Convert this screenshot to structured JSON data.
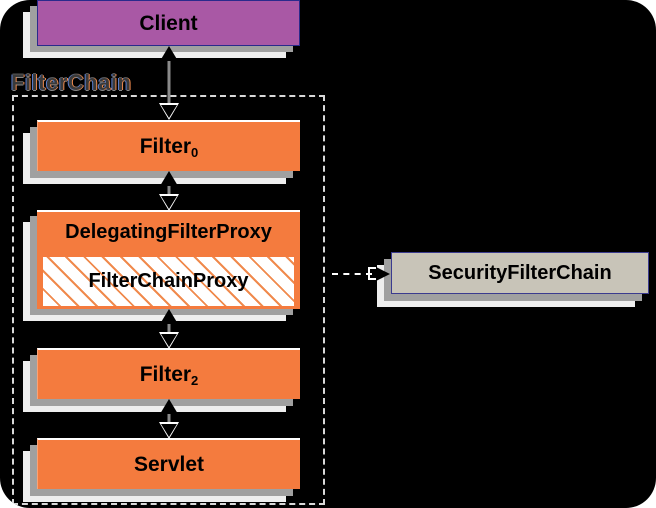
{
  "diagram": {
    "title": "FilterChain",
    "background_color": "#000000",
    "nodes": {
      "client": {
        "label": "Client",
        "fill": "#a958a5",
        "border": "#2a2a8c"
      },
      "filter0": {
        "label": "Filter",
        "subscript": "0",
        "fill": "#f47b3e"
      },
      "delegating_filter_proxy": {
        "label": "DelegatingFilterProxy",
        "fill": "#f47b3e"
      },
      "filter_chain_proxy": {
        "label": "FilterChainProxy",
        "fill": "#ffffff",
        "hatch_color": "#f08a4d"
      },
      "filter2": {
        "label": "Filter",
        "subscript": "2",
        "fill": "#f47b3e"
      },
      "servlet": {
        "label": "Servlet",
        "fill": "#f47b3e"
      },
      "security_filter_chain": {
        "label": "SecurityFilterChain",
        "fill": "#c8c4b8",
        "border": "#3b3b8f"
      }
    },
    "container": {
      "label": "FilterChain",
      "border_style": "dashed",
      "border_color": "#d9d9d9"
    },
    "connectors": [
      {
        "name": "client-to-filter0",
        "from": "client",
        "to": "filter0",
        "style": "bidirectional"
      },
      {
        "name": "filter0-to-delegating-filter-proxy",
        "from": "filter0",
        "to": "delegating_filter_proxy",
        "style": "bidirectional"
      },
      {
        "name": "delegating-filter-proxy-to-filter2",
        "from": "delegating_filter_proxy",
        "to": "filter2",
        "style": "bidirectional"
      },
      {
        "name": "filter2-to-servlet",
        "from": "filter2",
        "to": "servlet",
        "style": "bidirectional"
      },
      {
        "name": "filter-chain-proxy-to-security-filter-chain",
        "from": "filter_chain_proxy",
        "to": "security_filter_chain",
        "style": "dashed-arrow"
      }
    ]
  }
}
